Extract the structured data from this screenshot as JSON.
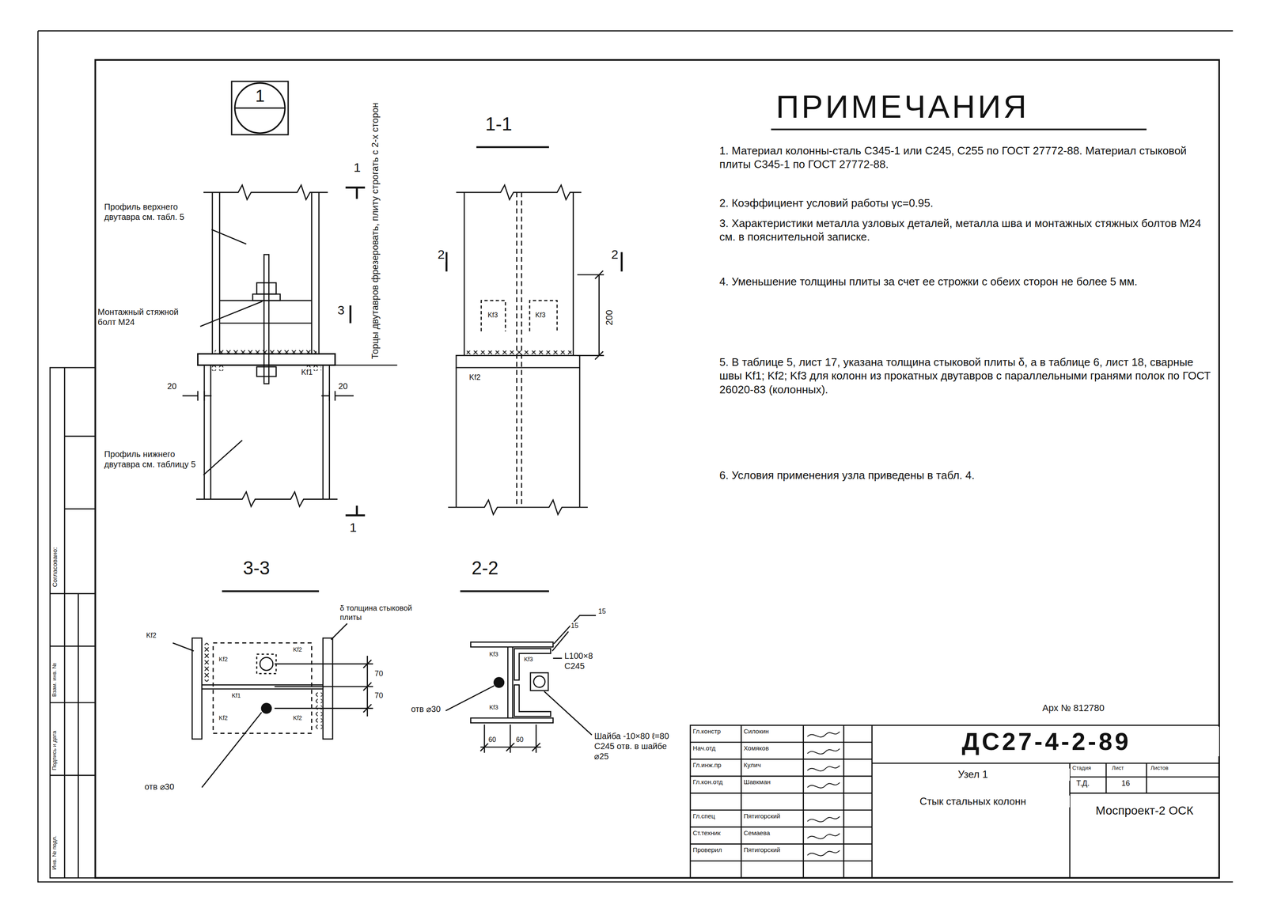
{
  "diagram": {
    "nodes": [
      {
        "text": [
          "1"
        ]
      }
    ],
    "edges": [],
    "labels": [
      "1-1",
      "2-2",
      "3-3",
      "1",
      "1",
      "2",
      "2",
      "3",
      "Профиль верхнего двутавра см. табл. 5",
      "Монтажный стяжной болт М24",
      "Торцы двутавров фрезеровать, плиту строгать с 2-х сторон",
      "Профиль нижнего двутавра см. таблицу 5",
      "20",
      "20",
      "Kf1",
      "Kf3",
      "Kf3",
      "Kf2",
      "200",
      "Kf2",
      "δ толщина стыковой плиты",
      "Kf2",
      "Kf2",
      "Kf1",
      "Kf2",
      "Kf2",
      "70",
      "70",
      "отв ⌀30",
      "Kf3",
      "Kf3",
      "Kf3",
      "15",
      "15",
      "L100×8 С245",
      "отв ⌀30",
      "60",
      "60",
      "Шайба -10×80 ℓ=80 С245 отв. в шайбе ⌀25",
      "ПРИМЕЧАНИЯ",
      "1. Материал колонны-сталь С345-1 или С245, С255 по ГОСТ 27772-88. Материал стыковой плиты С345-1 по ГОСТ 27772-88.",
      "2. Коэффициент условий работы γc=0.95.",
      "3. Характеристики металла узловых деталей, металла шва и монтажных стяжных болтов М24 см. в пояснительной записке.",
      "4. Уменьшение толщины плиты за счет ее строжки с обеих сторон не более 5 мм.",
      "5. В таблице 5, лист 17, указана толщина стыковой плиты δ, а в таблице 6, лист 18, сварные швы Kf1; Kf2; Kf3 для колонн из прокатных двутавров с параллельными гранями полок по ГОСТ 26020-83 (колонных).",
      "6. Условия применения узла приведены в табл. 4.",
      "Арх № 812780",
      "ДС27-4-2-89",
      "Узел 1",
      "Стык стальных колонн",
      "Стадия",
      "Лист",
      "Листов",
      "Т.Д.",
      "16",
      "Моспроект-2 ОСК",
      "Гл.констр",
      "Силокин",
      "Нач.отд",
      "Хомяков",
      "Гл.инж.пр",
      "Кулич",
      "Гл.кон.отд",
      "Шавкман",
      "Гл.спец",
      "Пятигорский",
      "Ст.техник",
      "Семаева",
      "Проверил",
      "Пятигорский",
      "Согласовано:",
      "Взам. инв. №",
      "Подпись и дата",
      "Инв. № подл."
    ]
  }
}
